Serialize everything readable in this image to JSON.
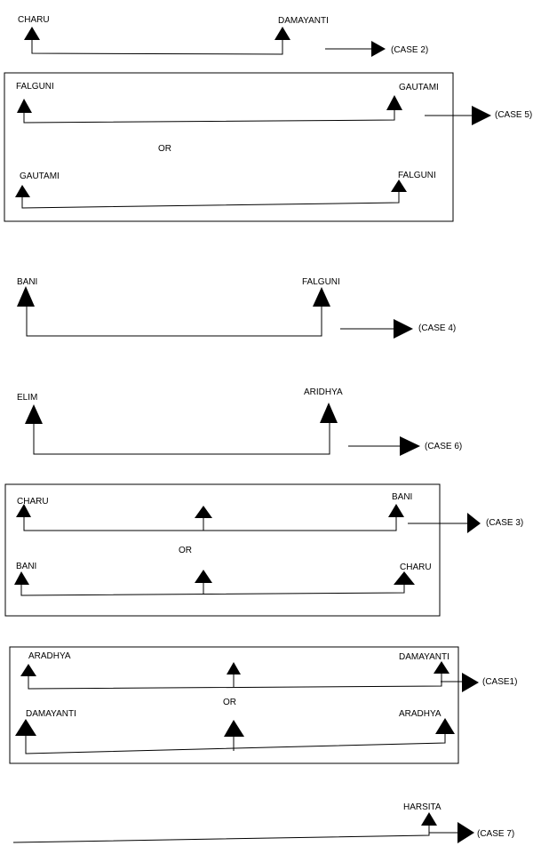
{
  "diagram": {
    "line_color": "#000000",
    "fill_color": "#000000",
    "rows": {
      "r1": {
        "left": "CHARU",
        "right": "DAMAYANTI",
        "case": "(CASE 2)"
      },
      "r2a": {
        "left": "FALGUNI",
        "right": "GAUTAMI"
      },
      "r2b": {
        "left": "GAUTAMI",
        "right": "FALGUNI"
      },
      "r2": {
        "or": "OR",
        "case": "(CASE 5)"
      },
      "r3": {
        "left": "BANI",
        "right": "FALGUNI",
        "case": "(CASE 4)"
      },
      "r4": {
        "left": "ELIM",
        "right": "ARIDHYA",
        "case": "(CASE 6)"
      },
      "r5a": {
        "left": "CHARU",
        "right": "BANI"
      },
      "r5b": {
        "left": "BANI",
        "right": "CHARU"
      },
      "r5": {
        "or": "OR",
        "case": "(CASE 3)"
      },
      "r6a": {
        "left": "ARADHYA",
        "right": "DAMAYANTI"
      },
      "r6b": {
        "left": "DAMAYANTI",
        "right": "ARADHYA"
      },
      "r6": {
        "or": "OR",
        "case": "(CASE1)"
      },
      "r7": {
        "right": "HARSITA",
        "case": "(CASE 7)"
      }
    }
  }
}
